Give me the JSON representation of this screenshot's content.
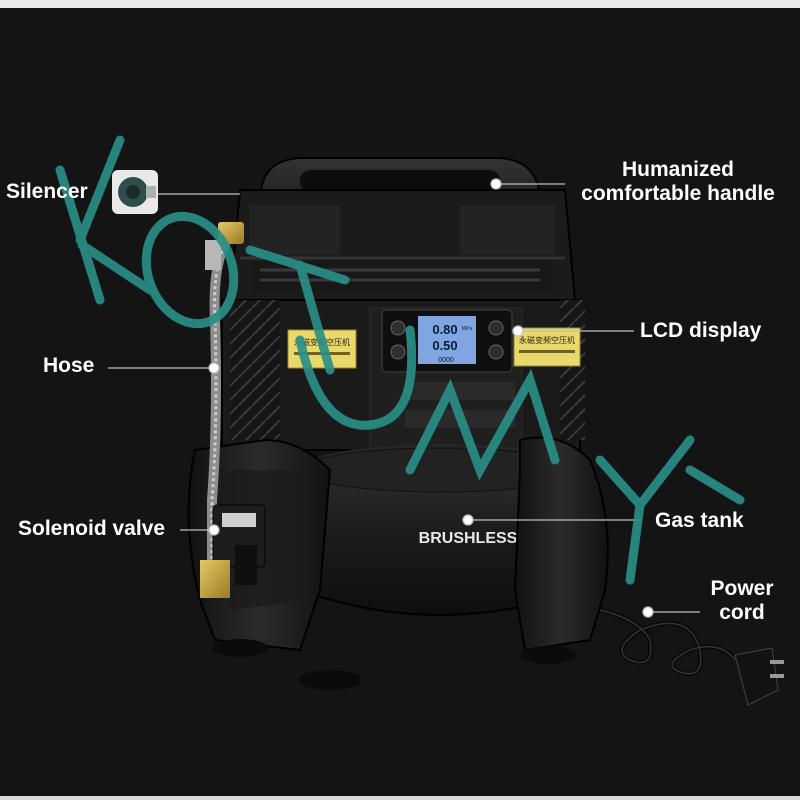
{
  "callouts": {
    "silencer": "Silencer",
    "hose": "Hose",
    "solenoid_valve": "Solenoid valve",
    "handle_line1": "Humanized",
    "handle_line2": "comfortable handle",
    "lcd_display": "LCD display",
    "gas_tank": "Gas tank",
    "power_line1": "Power",
    "power_line2": "cord"
  },
  "product": {
    "brand_badge": "BRUSHLESS",
    "side_panel_text_left": "永磁变频空压机",
    "side_panel_text_right": "永磁变频空压机",
    "lcd_value_top": "0.80",
    "lcd_value_bottom": "0.50",
    "lcd_unit": "MPa",
    "lcd_counter": "0000"
  },
  "watermark": {
    "text": "KOTUMY",
    "color": "#2a8f86"
  },
  "colors": {
    "background": "#141414",
    "body_dark": "#1c1c1c",
    "body_panel": "#2a2a2a",
    "accent_gold": "#d8b54a",
    "leader_line": "#bfbfbf",
    "lcd_blue": "#5b8fd6"
  }
}
